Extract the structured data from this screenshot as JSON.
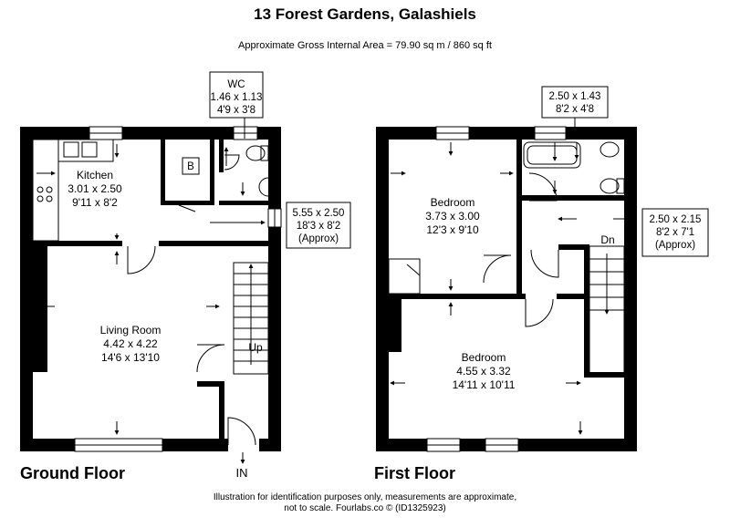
{
  "header": {
    "title": "13 Forest Gardens, Galashiels",
    "area": "Approximate Gross Internal Area = 79.90 sq m / 860 sq ft"
  },
  "ground_floor": {
    "label": "Ground Floor",
    "entrance": "IN",
    "stairs": "Up",
    "cupboard": "B",
    "wc": {
      "name": "WC",
      "metric": "1.46 x 1.13",
      "imperial": "4'9 x 3'8"
    },
    "kitchen": {
      "name": "Kitchen",
      "metric": "3.01 x 2.50",
      "imperial": "9'11 x 8'2"
    },
    "living": {
      "name": "Living Room",
      "metric": "4.42 x 4.22",
      "imperial": "14'6 x 13'10"
    },
    "hall": {
      "metric": "5.55 x 2.50",
      "imperial": "18'3 x 8'2",
      "note": "(Approx)"
    }
  },
  "first_floor": {
    "label": "First Floor",
    "stairs": "Dn",
    "bathroom": {
      "metric": "2.50 x 1.43",
      "imperial": "8'2 x 4'8"
    },
    "bedroom1": {
      "name": "Bedroom",
      "metric": "3.73 x 3.00",
      "imperial": "12'3 x 9'10"
    },
    "bedroom2": {
      "name": "Bedroom",
      "metric": "4.55 x 3.32",
      "imperial": "14'11 x 10'11"
    },
    "landing": {
      "metric": "2.50 x 2.15",
      "imperial": "8'2 x 7'1",
      "note": "(Approx)"
    }
  },
  "footer": {
    "line1": "Illustration for identification purposes only, measurements are approximate,",
    "line2": "not to scale. Fourlabs.co © (ID1325923)"
  }
}
